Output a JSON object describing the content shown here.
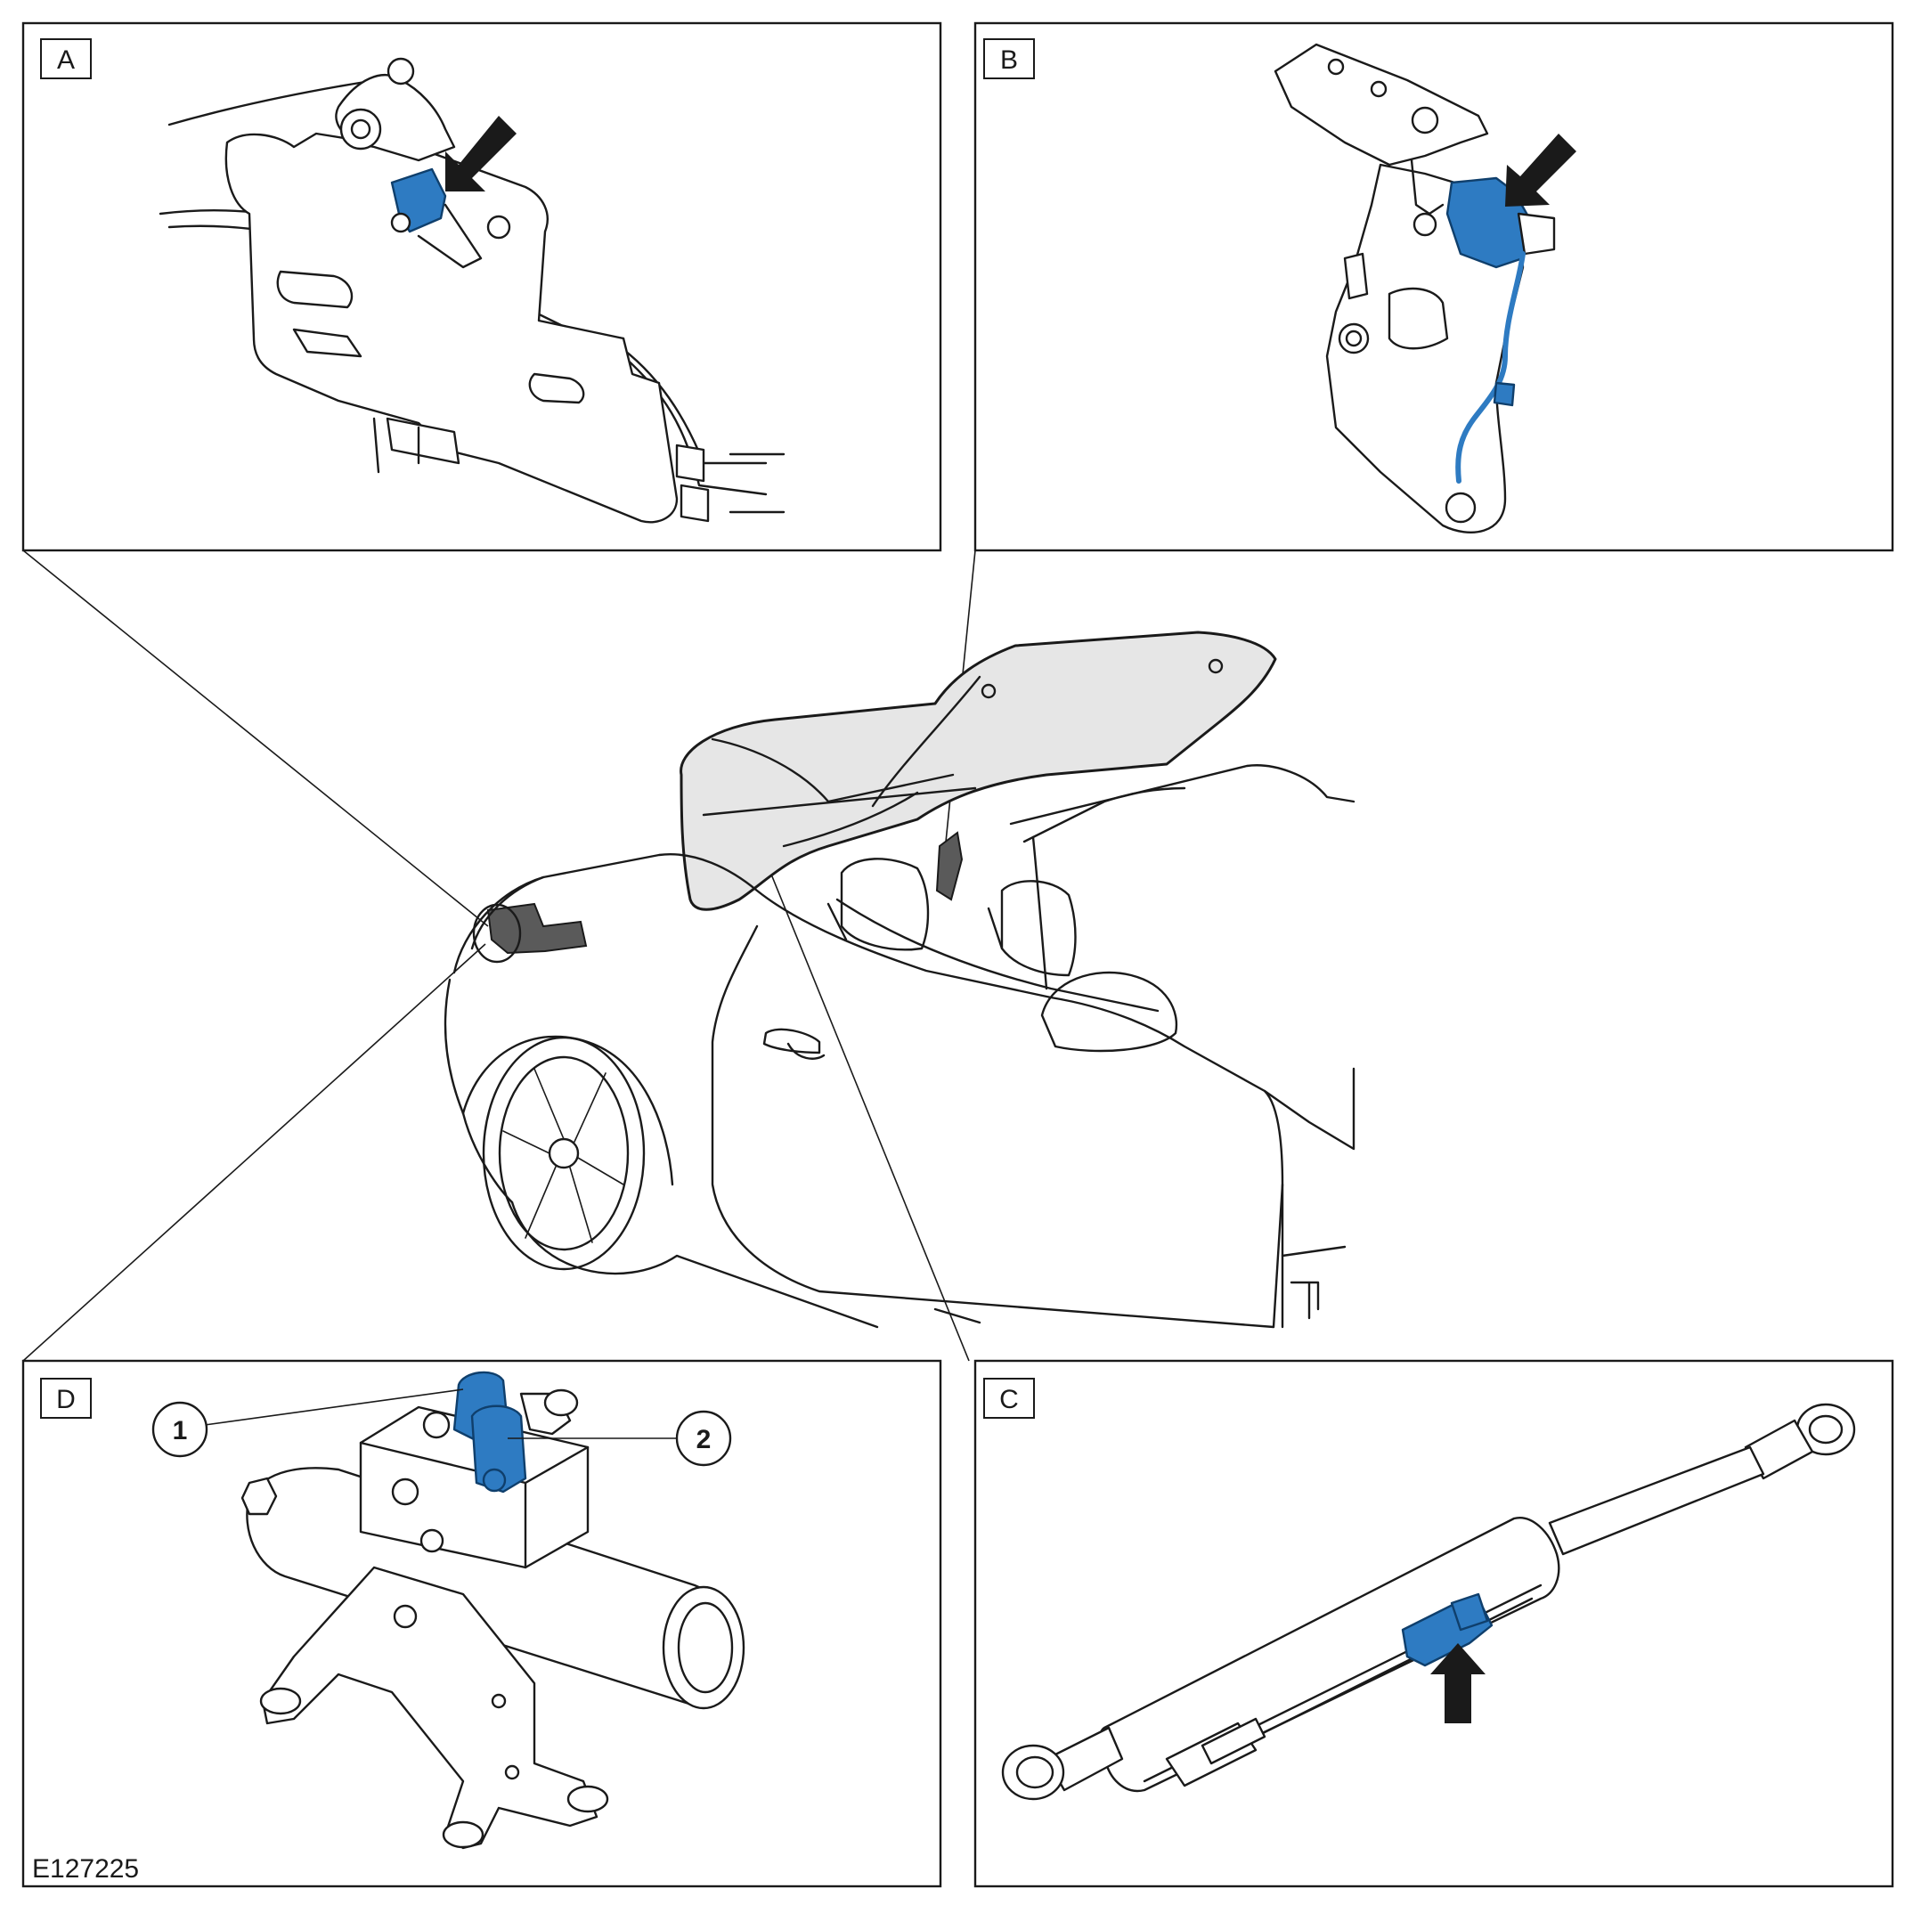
{
  "panels": {
    "a": {
      "label": "A"
    },
    "b": {
      "label": "B"
    },
    "c": {
      "label": "C"
    },
    "d": {
      "label": "D"
    }
  },
  "callouts": [
    {
      "number": "1"
    },
    {
      "number": "2"
    }
  ],
  "figure_ref": "E127225",
  "colors": {
    "highlight": "#2e7bc2",
    "line": "#1a1a1a",
    "roof_fill": "#e6e6e6"
  }
}
